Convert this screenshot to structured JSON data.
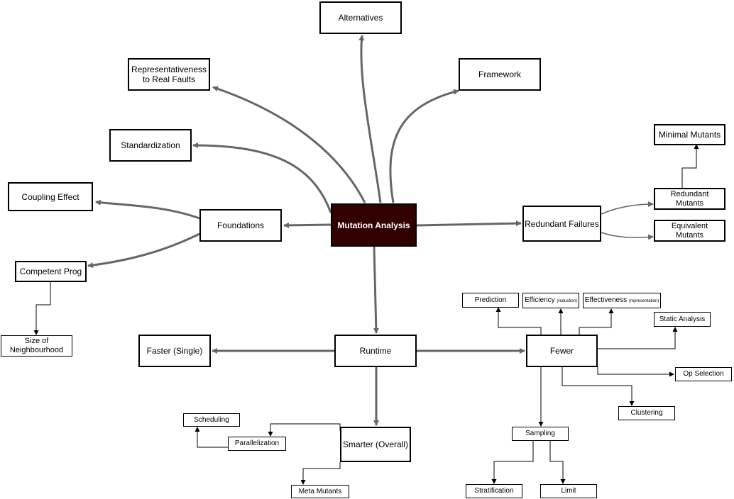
{
  "nodes": {
    "mutation_analysis": "Mutation Analysis",
    "alternatives": "Alternatives",
    "representativeness": "Representativeness\nto Real Faults",
    "framework": "Framework",
    "standardization": "Standardization",
    "coupling_effect": "Coupling Effect",
    "foundations": "Foundations",
    "competent_prog": "Competent Prog",
    "size_of_neighbourhood": "Size of\nNeighbourhood",
    "redundant_failures": "Redundant Failures",
    "minimal_mutants": "Minimal Mutants",
    "redundant_mutants": "Redundant\nMutants",
    "equivalent_mutants": "Equivalent\nMutants",
    "runtime": "Runtime",
    "faster_single": "Faster (Single)",
    "fewer": "Fewer",
    "prediction": "Prediction",
    "efficiency": "Efficiency",
    "efficiency_sub": "(reduction)",
    "effectiveness": "Effectiveness",
    "effectiveness_sub": "(representation)",
    "static_analysis": "Static Analysis",
    "op_selection": "Op Selection",
    "clustering": "Clustering",
    "sampling": "Sampling",
    "stratification": "Stratification",
    "limit": "Limit",
    "smarter_overall": "Smarter (Overall)",
    "scheduling": "Scheduling",
    "parallelization": "Parallelization",
    "meta_mutants": "Meta Mutants"
  },
  "colors": {
    "center_fill": "#330000",
    "thick_edge": "#666666",
    "thin_edge": "#000000"
  }
}
